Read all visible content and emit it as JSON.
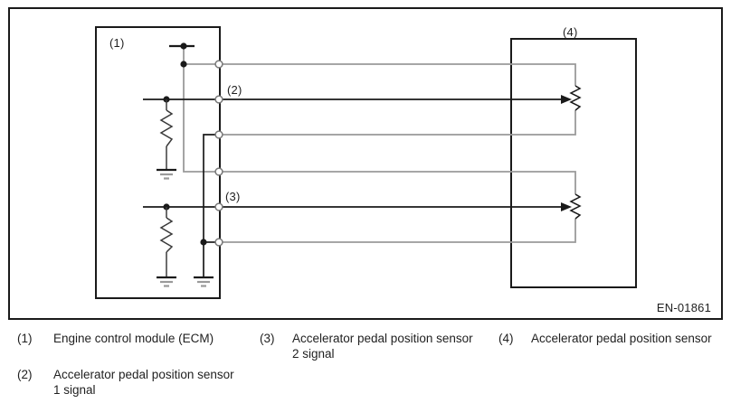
{
  "diagram": {
    "labels": {
      "ecm": "(1)",
      "signal1": "(2)",
      "signal2": "(3)",
      "sensor": "(4)"
    },
    "figure_code": "EN-01861",
    "colors": {
      "line_black": "#1a1a1a",
      "wire_gray": "#9a9a9a",
      "pin_stroke": "#777777",
      "background": "#ffffff"
    }
  },
  "legend": {
    "items": [
      {
        "num": "(1)",
        "line1": "Engine control module (ECM)",
        "line2": ""
      },
      {
        "num": "(2)",
        "line1": "Accelerator pedal position sensor",
        "line2": "1 signal"
      },
      {
        "num": "(3)",
        "line1": "Accelerator pedal position sensor",
        "line2": "2 signal"
      },
      {
        "num": "(4)",
        "line1": "Accelerator pedal position sensor",
        "line2": ""
      }
    ]
  }
}
